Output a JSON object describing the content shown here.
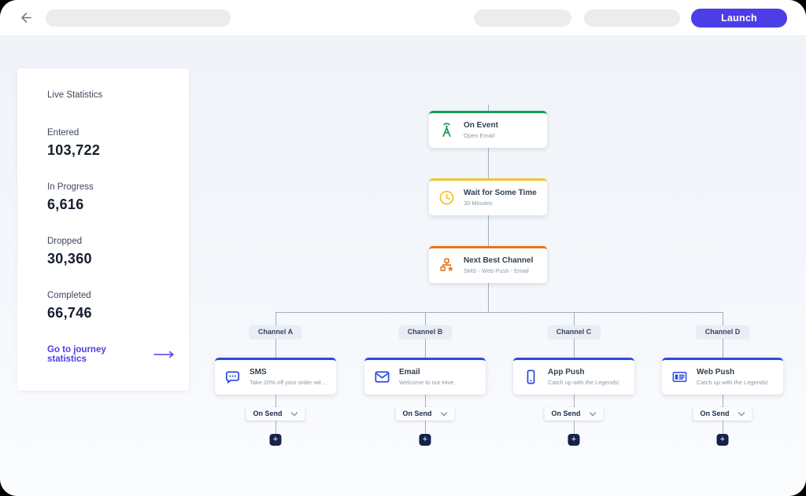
{
  "topbar": {
    "launch_label": "Launch"
  },
  "stats": {
    "title": "Live Statistics",
    "items": [
      {
        "label": "Entered",
        "value": "103,722"
      },
      {
        "label": "In Progress",
        "value": "6,616"
      },
      {
        "label": "Dropped",
        "value": "30,360"
      },
      {
        "label": "Completed",
        "value": "66,746"
      }
    ],
    "link_label": "Go to journey statistics"
  },
  "flow": {
    "main_nodes": [
      {
        "icon": "antenna-icon",
        "title": "On Event",
        "subtitle": "Open Email",
        "color": "#189B52"
      },
      {
        "icon": "clock-icon",
        "title": "Wait for Some Time",
        "subtitle": "30 Minutes",
        "color": "#F2C72E"
      },
      {
        "icon": "hierarchy-star-icon",
        "title": "Next Best Channel",
        "subtitle": "SMS - Web Push - Email",
        "color": "#E2771E"
      }
    ],
    "branch_color": "#2B4BDE",
    "branches": [
      {
        "icon": "sms-icon",
        "label": "Channel A",
        "title": "SMS",
        "subtitle": "Take 20% off your order with code ..."
      },
      {
        "icon": "email-icon",
        "label": "Channel B",
        "title": "Email",
        "subtitle": "Welcome to our Hive."
      },
      {
        "icon": "app-push-icon",
        "label": "Channel C",
        "title": "App Push",
        "subtitle": "Catch up with the Legends!"
      },
      {
        "icon": "web-push-icon",
        "label": "Channel D",
        "title": "Web Push",
        "subtitle": "Catch up with the Legends!"
      }
    ],
    "on_send_label": "On Send",
    "add_label": "+"
  },
  "colors": {
    "accent_purple": "#4C3EE6",
    "navy": "#15224A",
    "connector": "#A3ADC2"
  }
}
